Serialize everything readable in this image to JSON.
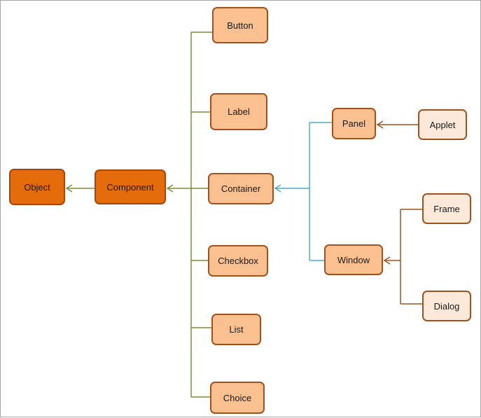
{
  "nodes": {
    "object": "Object",
    "component": "Component",
    "button": "Button",
    "label": "Label",
    "container": "Container",
    "checkbox": "Checkbox",
    "list": "List",
    "choice": "Choice",
    "panel": "Panel",
    "applet": "Applet",
    "window": "Window",
    "frame": "Frame",
    "dialog": "Dialog"
  },
  "colors": {
    "root_fill": "#e46c0a",
    "level2_fill": "#fac090",
    "leaf_fill": "#fde9d9",
    "border": "#a0521e",
    "component_connector": "#76923c",
    "container_connector": "#4bacc6",
    "window_connector": "#a0521e"
  }
}
